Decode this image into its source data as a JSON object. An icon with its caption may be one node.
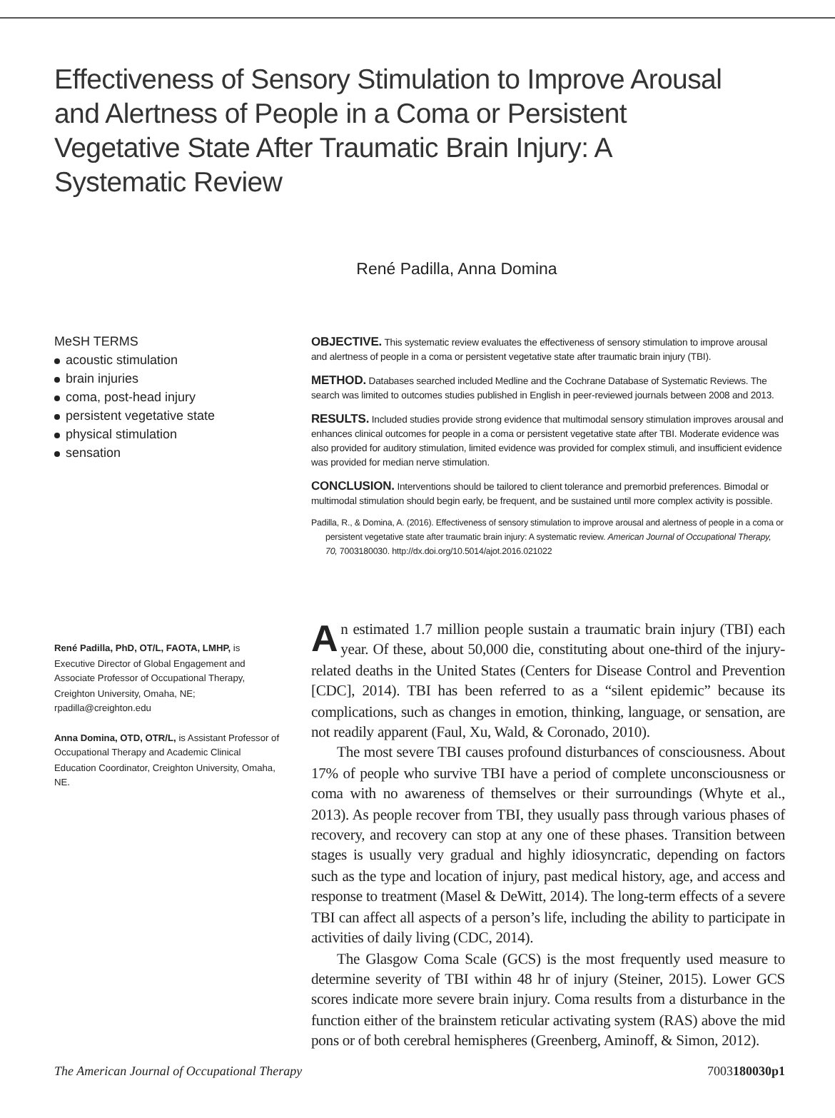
{
  "diagram": {
    "title": "Effectiveness of Sensory Stimulation to Improve Arousal and Alertness of People in a Coma or Persistent Vegetative State After Traumatic Brain Injury: A Systematic Review",
    "labels": [
      "René Padilla, Anna Domina",
      "MeSH TERMS",
      "acoustic stimulation",
      "brain injuries",
      "coma, post-head injury",
      "persistent vegetative state",
      "physical stimulation",
      "sensation",
      "**OBJECTIVE.** This systematic review evaluates the effectiveness of sensory stimulation to improve arousal and alertness of people in a coma or persistent vegetative state after traumatic brain injury (TBI).",
      "**METHOD.** Databases searched included Medline and the Cochrane Database of Systematic Reviews. The search was limited to outcomes studies published in English in peer-reviewed journals between 2008 and 2013.",
      "**RESULTS.** Included studies provide strong evidence that multimodal sensory stimulation improves arousal and enhances clinical outcomes for people in a coma or persistent vegetative state after TBI. Moderate evidence was also provided for auditory stimulation, limited evidence was provided for complex stimuli, and insufficient evidence was provided for median nerve stimulation.",
      "**CONCLUSION.** Interventions should be tailored to client tolerance and premorbid preferences. Bimodal or multimodal stimulation should begin early, be frequent, and be sustained until more complex activity is possible.",
      "Padilla, R., & Domina, A. (2016). Effectiveness of sensory stimulation to improve arousal and alertness of people in a coma or persistent vegetative state after traumatic brain injury: A systematic review. *American Journal of Occupational Therapy, 70,* 7003180030. http://dx.doi.org/10.5014/ajot.2016.021022",
      "**René Padilla, PhD, OT/L, FAOTA, LMHP,** is Executive Director of Global Engagement and Associate Professor of Occupational Therapy, Creighton University, Omaha, NE; rpadilla@creighton.edu",
      "**Anna Domina, OTD, OTR/L,** is Assistant Professor of Occupational Therapy and Academic Clinical Education Coordinator, Creighton University, Omaha, NE.",
      "An estimated 1.7 million people sustain a traumatic brain injury (TBI) each year. Of these, about 50,000 die, constituting about one-third of the injury-related deaths in the United States (Centers for Disease Control and Prevention [CDC], 2014). TBI has been referred to as a “silent epidemic” because its complications, such as changes in emotion, thinking, language, or sensation, are not readily apparent (Faul, Xu, Wald, & Coronado, 2010).",
      "The most severe TBI causes profound disturbances of consciousness. About 17% of people who survive TBI have a period of complete unconsciousness or coma with no awareness of themselves or their surroundings (Whyte et al., 2013). As people recover from TBI, they usually pass through various phases of recovery, and recovery can stop at any one of these phases. Transition between stages is usually very gradual and highly idiosyncratic, depending on factors such as the type and location of injury, past medical history, age, and access and response to treatment (Masel & DeWitt, 2014). The long-term effects of a severe TBI can affect all aspects of a person’s life, including the ability to participate in activities of daily living (CDC, 2014).",
      "The Glasgow Coma Scale (GCS) is the most frequently used measure to determine severity of TBI within 48 hr of injury (Steiner, 2015). Lower GCS scores indicate more severe brain injury. Coma results from a disturbance in the function either of the brainstem reticular activating system (RAS) above the mid pons or of both cerebral hemispheres (Greenberg, Aminoff, & Simon, 2012).",
      "The American Journal of Occupational Therapy",
      "7003**180030p1**"
    ]
  }
}
